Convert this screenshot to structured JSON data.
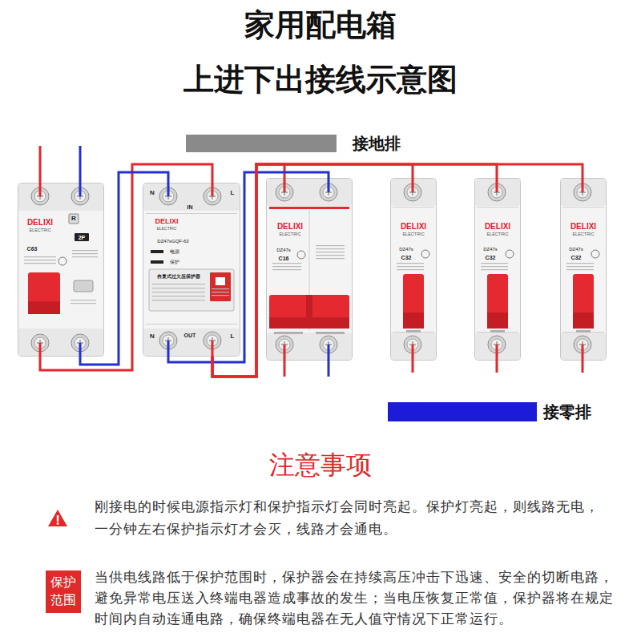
{
  "diagram": {
    "title": "家用配电箱 上进下出接线示意图",
    "nodes": [
      {
        "text": [
          "接地排"
        ]
      },
      {
        "text": [
          "DELIXI",
          "ELECTRIC",
          "C63",
          "R",
          "2P"
        ]
      },
      {
        "text": [
          "N",
          "IN",
          "L",
          "DELIXI",
          "ELECTRIC",
          "DZ47sGQF-63",
          "电源",
          "保护",
          "自复式过欠压保护器",
          "OUT",
          "N",
          "L"
        ]
      },
      {
        "text": [
          "DELIXI",
          "ELECTRIC",
          "DZ47s",
          "C16"
        ]
      },
      {
        "text": [
          "DELIXI",
          "ELECTRIC",
          "DZ47s",
          "C32"
        ]
      },
      {
        "text": [
          "DELIXI",
          "ELECTRIC",
          "DZ47s",
          "C32"
        ]
      },
      {
        "text": [
          "DELIXI",
          "ELECTRIC",
          "DZ47s",
          "C32"
        ]
      },
      {
        "text": [
          "接零排"
        ]
      },
      {
        "text": [
          "保护范围"
        ]
      }
    ],
    "edges": [
      {
        "from": 1,
        "to": 2,
        "arrow": "none"
      },
      {
        "from": 1,
        "to": 2,
        "arrow": "none"
      },
      {
        "from": 2,
        "to": 3,
        "arrow": "none"
      },
      {
        "from": 2,
        "to": 3,
        "arrow": "none"
      },
      {
        "from": 2,
        "to": 4,
        "arrow": "none"
      },
      {
        "from": 2,
        "to": 5,
        "arrow": "none"
      },
      {
        "from": 2,
        "to": 6,
        "arrow": "none"
      }
    ],
    "labels": [
      "注意事项",
      "刚接电的时候电源指示灯和保护指示灯会同时亮起。保护灯亮起，则线路无电，一分钟左右保护指示灯才会灭，线路才会通电。",
      "当供电线路低于保护范围时，保护器会在持续高压冲击下迅速、安全的切断电路，避免异常电压送入终端电器造成事故的发生；当电压恢复正常值，保护器将在规定时间内自动连通电路，确保终端电器在无人值守情况下正常运行。"
    ]
  }
}
